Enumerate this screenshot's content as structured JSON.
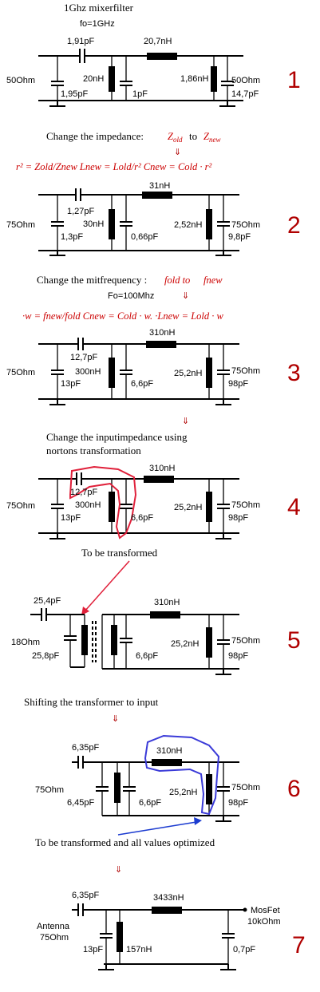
{
  "title": "1Ghz mixerfilter",
  "stages": {
    "s1": {
      "number": "1",
      "fo": "fo=1GHz",
      "source": "50Ohm",
      "load": "50Ohm",
      "c_series": "1,91pF",
      "l_series": "20,7nH",
      "c_in": "1,95pF",
      "l_in": "20nH",
      "c_mid": "1pF",
      "l_out": "1,86nH",
      "c_out": "14,7pF"
    },
    "t12": {
      "text": "Change the impedance:",
      "z_old": "Z",
      "z_old_sub": "old",
      "to": "to",
      "z_new": "Z",
      "z_new_sub": "new",
      "formula": "r² = Zold/Znew   Lnew = Lold/r²   Cnew = Cold · r²"
    },
    "s2": {
      "number": "2",
      "source": "75Ohm",
      "load": "75Ohm",
      "c_series": "1,27pF",
      "l_series": "31nH",
      "c_in": "1,3pF",
      "l_in": "30nH",
      "c_mid": "0,66pF",
      "l_out": "2,52nH",
      "c_out": "9,8pF"
    },
    "t23": {
      "text": "Change the mitfrequency :",
      "f_old": "fold to",
      "f_new": "fnew",
      "fo": "Fo=100Mhz",
      "formula": "·w = fnew/fold   Cnew = Cold · w.  ·Lnew = Lold · w"
    },
    "s3": {
      "number": "3",
      "source": "75Ohm",
      "load": "75Ohm",
      "c_series": "12,7pF",
      "l_series": "310nH",
      "c_in": "13pF",
      "l_in": "300nH",
      "c_mid": "6,6pF",
      "l_out": "25,2nH",
      "c_out": "98pF"
    },
    "t34": {
      "line1": "Change the inputimpedance using",
      "line2": "nortons transformation"
    },
    "s4": {
      "number": "4",
      "source": "75Ohm",
      "load": "75Ohm",
      "c_series": "12,7pF",
      "l_series": "310nH",
      "c_in": "13pF",
      "l_in": "300nH",
      "c_mid": "6,6pF",
      "l_out": "25,2nH",
      "c_out": "98pF",
      "note": "To be transformed"
    },
    "s5": {
      "number": "5",
      "source": "18Ohm",
      "load": "75Ohm",
      "c_series": "25,4pF",
      "c_in": "25,8pF",
      "l_series": "310nH",
      "c_mid": "6,6pF",
      "l_out": "25,2nH",
      "c_out": "98pF"
    },
    "t56": {
      "text": "Shifting  the transformer to input"
    },
    "s6": {
      "number": "6",
      "source": "75Ohm",
      "load": "75Ohm",
      "c_series": "6,35pF",
      "c_in": "6,45pF",
      "l_series": "310nH",
      "c_mid": "6,6pF",
      "l_out": "25,2nH",
      "c_out": "98pF",
      "note": "To be transformed and all values optimized"
    },
    "s7": {
      "number": "7",
      "source_line1": "Antenna",
      "source_line2": "75Ohm",
      "load_line1": "MosFet",
      "load_line2": "10kOhm",
      "c_series": "6,35pF",
      "l_series": "3433nH",
      "c_in": "13pF",
      "l_in": "157nH",
      "c_out": "0,7pF"
    },
    "arrow_glyph": "⇓"
  }
}
